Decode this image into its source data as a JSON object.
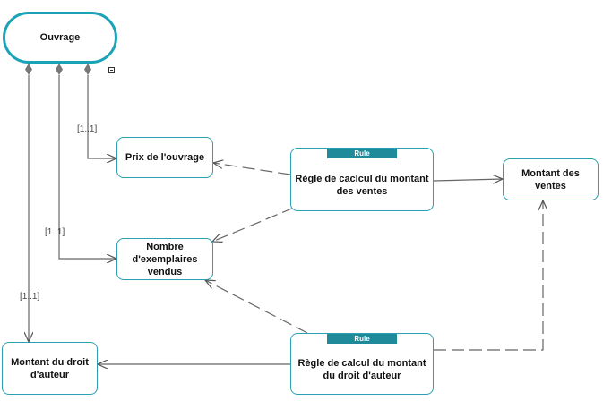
{
  "diagram": {
    "nodes": {
      "ouvrage": "Ouvrage",
      "prix": "Prix de l'ouvrage",
      "nombre": "Nombre d'exemplaires vendus",
      "montant_droit": "Montant du droit d'auteur",
      "regle_ventes": "Règle de caclcul du montant des ventes",
      "montant_ventes": "Montant des ventes",
      "regle_droit": "Règle de calcul du montant du droit d'auteur"
    },
    "badges": {
      "regle_ventes": "Rule",
      "regle_droit": "Rule"
    },
    "multiplicities": {
      "prix": "[1..1]",
      "nombre": "[1..1]",
      "montant_droit": "[1..1]"
    }
  },
  "colors": {
    "node_border": "#2a9fb1",
    "root_border": "#1aa3b6",
    "badge_fill": "#1f8a99",
    "edge": "#555555"
  }
}
